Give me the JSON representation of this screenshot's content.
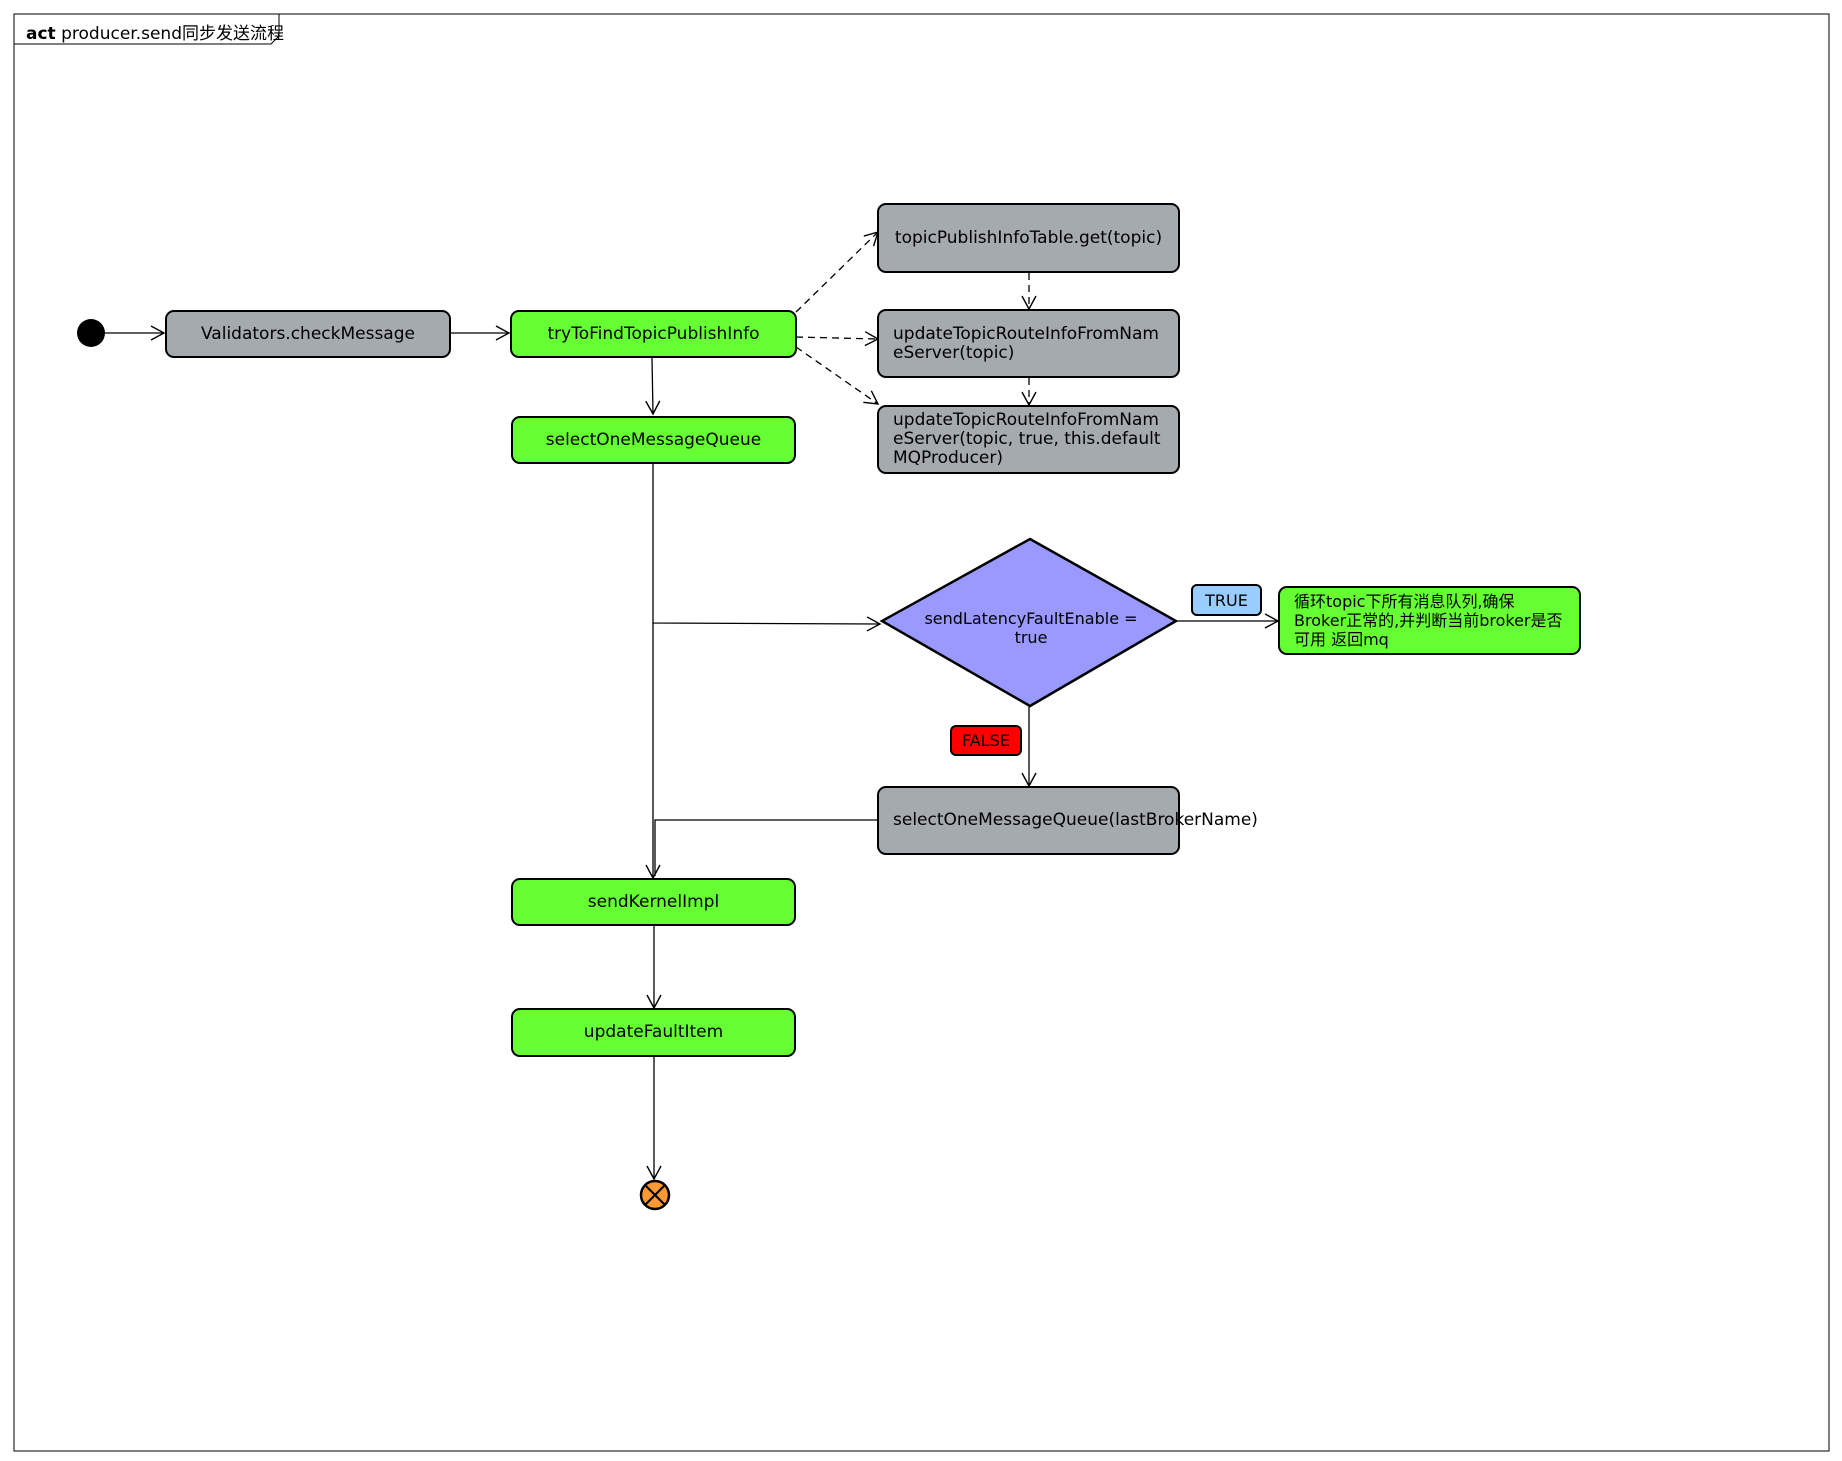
{
  "frame": {
    "keyword": "act",
    "title": "producer.send同步发送流程"
  },
  "nodes": {
    "check_message": "Validators.checkMessage",
    "try_find": "tryToFindTopicPublishInfo",
    "select_queue": "selectOneMessageQueue",
    "table_get": "topicPublishInfoTable.get(topic)",
    "update_route_1": "updateTopicRouteInfoFromNameServer(topic)",
    "update_route_2": "updateTopicRouteInfoFromNameServer(topic, true, this.defaultMQProducer)",
    "decision": "sendLatencyFaultEnable = true",
    "true_action": "循环topic下所有消息队列,确保Broker正常的,并判断当前broker是否可用 返回mq",
    "select_queue_last": "selectOneMessageQueue(lastBrokerName)",
    "send_kernel": "sendKernelImpl",
    "update_fault": "updateFaultItem"
  },
  "guards": {
    "true_label": "TRUE",
    "false_label": "FALSE"
  },
  "colors": {
    "action_gray": "#a5aaae",
    "action_green": "#66ff33",
    "decision_fill": "#9999ff",
    "guard_true": "#99ccff",
    "guard_false": "#ff0000",
    "final_node": "#ff9933"
  }
}
